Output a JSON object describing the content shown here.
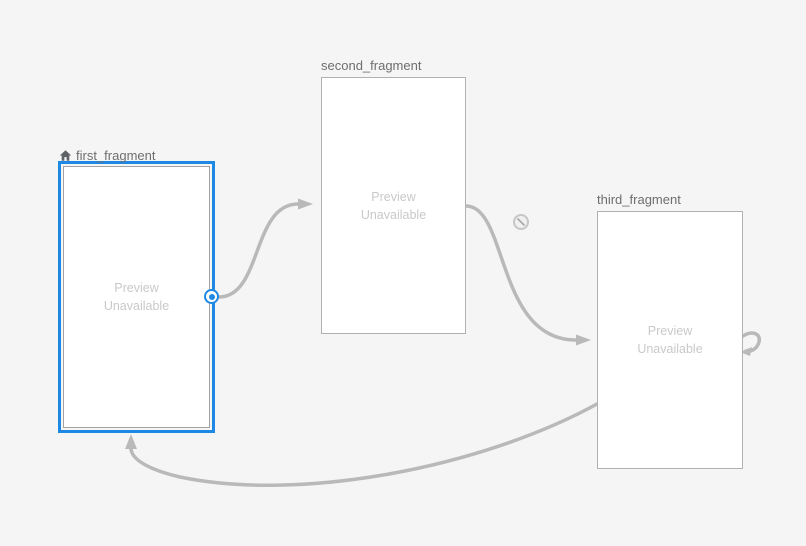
{
  "editor": {
    "kind": "navigation-graph-canvas"
  },
  "colors": {
    "background": "#f5f5f5",
    "fragment_fill": "#ffffff",
    "fragment_border": "#b1b1b1",
    "selection_accent": "#1e88e5",
    "edge_gray": "#b9b9b9",
    "label_text": "#6e6e6e",
    "preview_text": "#c9c9c9"
  },
  "fragments": [
    {
      "label": "first_fragment",
      "preview": "Preview Unavailable",
      "is_start_destination": true,
      "is_selected": true
    },
    {
      "label": "second_fragment",
      "preview": "Preview Unavailable",
      "is_start_destination": false,
      "is_selected": false
    },
    {
      "label": "third_fragment",
      "preview": "Preview Unavailable",
      "is_start_destination": false,
      "is_selected": false
    }
  ],
  "actions": [
    {
      "from": "first_fragment",
      "to": "second_fragment"
    },
    {
      "from": "second_fragment",
      "to": "third_fragment",
      "badge": "pop-action-icon"
    },
    {
      "from": "third_fragment",
      "to": "first_fragment"
    },
    {
      "from": "third_fragment",
      "to": "third_fragment",
      "self_loop": true
    }
  ],
  "icons": {
    "home": "start-destination-home-icon",
    "pop_badge": "pop-action-icon",
    "handle": "connection-handle"
  }
}
